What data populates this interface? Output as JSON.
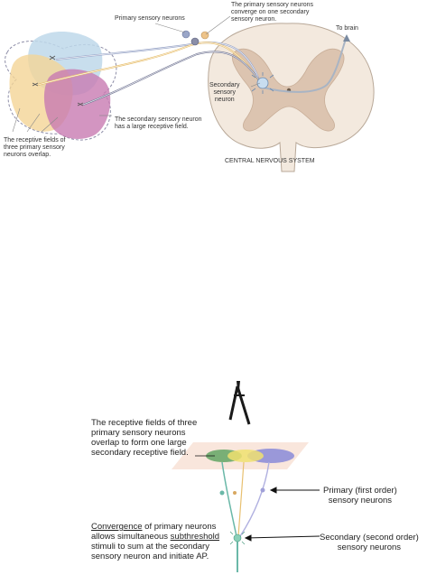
{
  "top_figure": {
    "label_primary_neurons": "Primary sensory neurons",
    "label_converge": "The primary sensory neurons\nconverge on one secondary\nsensory neuron.",
    "label_to_brain": "To brain",
    "label_secondary": "Secondary\nsensory\nneuron",
    "label_large_field": "The secondary sensory neuron\nhas a large receptive field.",
    "label_fields_overlap": "The receptive fields of\nthree primary sensory\nneurons overlap.",
    "label_cns": "CENTRAL NERVOUS SYSTEM"
  },
  "bottom_figure": {
    "label_receptive_fields": "The receptive fields of three\nprimary sensory neurons\noverlap to form one large\nsecondary receptive field.",
    "label_primary_order": "Primary (first order)\nsensory neurons",
    "label_secondary_order": "Secondary (second order)\nsensory neurons",
    "convergence_word": "Convergence",
    "convergence_text_1": " of primary neurons",
    "convergence_text_2": "allows simultaneous ",
    "subthreshold_word": "subthreshold",
    "convergence_text_3": "stimuli to sum at the secondary\nsensory neuron and initiate AP."
  }
}
